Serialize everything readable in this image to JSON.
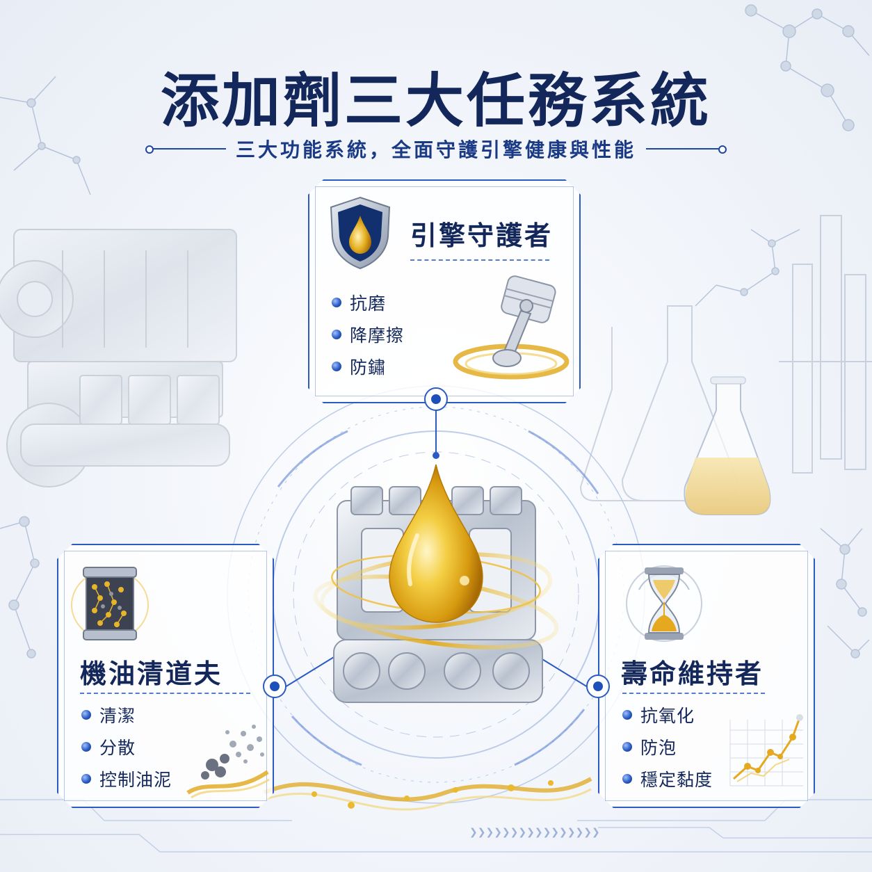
{
  "header": {
    "title": "添加劑三大任務系統",
    "subtitle": "三大功能系統，全面守護引擎健康與性能"
  },
  "cards": {
    "top": {
      "title": "引擎守護者",
      "icon": "shield-oil-drop-icon",
      "features": [
        "抗磨",
        "降摩擦",
        "防鏽"
      ]
    },
    "left": {
      "title": "機油清道夫",
      "icon": "filter-canister-icon",
      "features": [
        "清潔",
        "分散",
        "控制油泥"
      ]
    },
    "right": {
      "title": "壽命維持者",
      "icon": "hourglass-icon",
      "features": [
        "抗氧化",
        "防泡",
        "穩定黏度"
      ]
    }
  },
  "colors": {
    "navy": "#13275a",
    "accent_blue": "#2a5bc2",
    "gold": "#e6b320",
    "background": "#eef2f8"
  }
}
